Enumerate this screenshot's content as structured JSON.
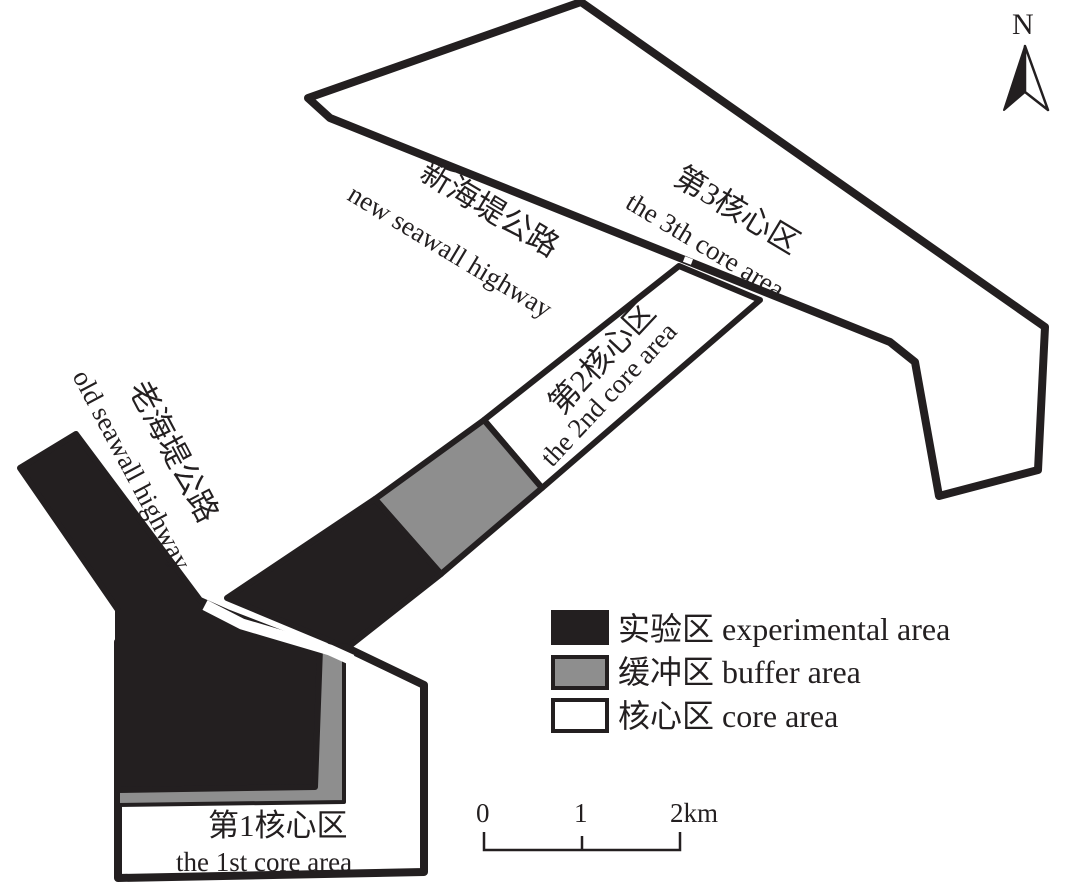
{
  "colors": {
    "experimental": "#231f20",
    "buffer": "#8e8e8e",
    "core": "#ffffff",
    "outline": "#231f20",
    "road": "#ffffff"
  },
  "labels": {
    "core3_cn": "第3核心区",
    "core3_en": "the 3th core area",
    "new_road_cn": "新海堤公路",
    "new_road_en": "new seawall highway",
    "core2_cn": "第2核心区",
    "core2_en": "the 2nd core area",
    "old_road_cn": "老海堤公路",
    "old_road_en": "old seawall highway",
    "core1_cn": "第1核心区",
    "core1_en": "the 1st core area"
  },
  "legend": {
    "items": [
      {
        "key": "experimental",
        "label": "实验区 experimental area"
      },
      {
        "key": "buffer",
        "label": "缓冲区 buffer area"
      },
      {
        "key": "core",
        "label": "核心区 core area"
      }
    ]
  },
  "scale_bar": {
    "ticks": [
      "0",
      "1",
      "2km"
    ]
  },
  "north_arrow": {
    "label": "N",
    "icon": "north-arrow-icon"
  }
}
